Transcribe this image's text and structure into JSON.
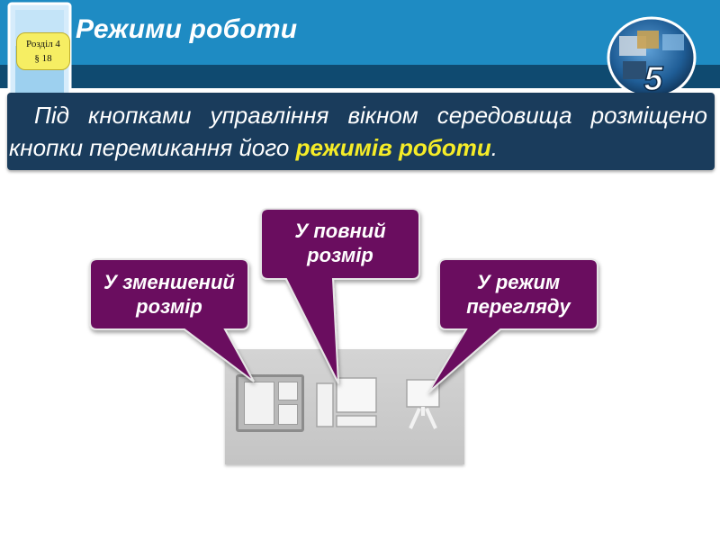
{
  "header": {
    "title": "Режими роботи",
    "badge_section": "Розділ 4",
    "badge_paragraph": "§ 18",
    "logo_number": "5"
  },
  "banner": {
    "text_before": "Під кнопками управління вікном середовища розміщено кнопки перемикання його ",
    "highlight": "режимів роботи",
    "text_after": "."
  },
  "callouts": {
    "reduced": {
      "line1": "У зменшений",
      "line2": "розмір"
    },
    "full": {
      "line1": "У повний",
      "line2": "розмір"
    },
    "view": {
      "line1": "У режим",
      "line2": "перегляду"
    }
  },
  "colors": {
    "header": "#1e8bc3",
    "header_stripe": "#0f4a70",
    "banner": "#1a3c5c",
    "highlight": "#f5ec28",
    "callout": "#6a0a5e",
    "badge": "#f6ee63"
  },
  "icons": {
    "normal_view": "normal-view-icon",
    "slide_sorter": "slide-sorter-icon",
    "reading_view": "reading-view-icon"
  }
}
